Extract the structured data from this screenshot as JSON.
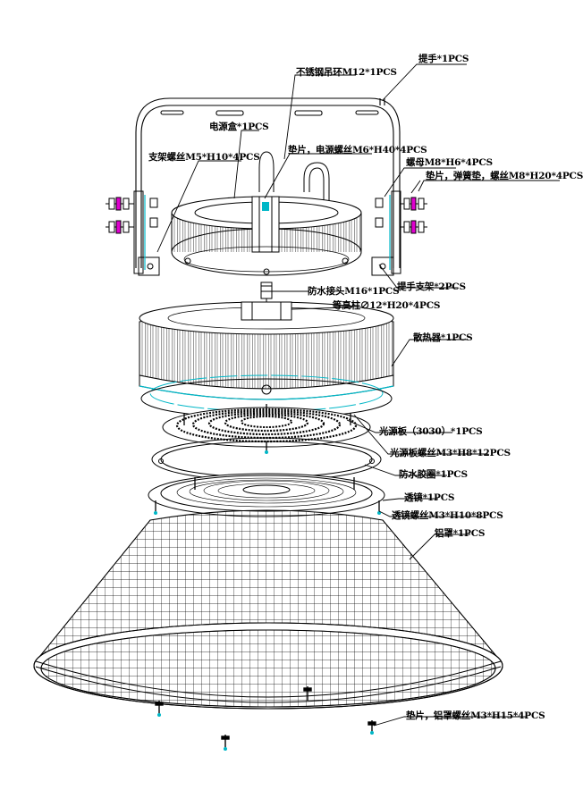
{
  "colors": {
    "line": "#000000",
    "accent_cyan": "#00b7c7",
    "accent_magenta": "#e000d0",
    "gray": "#777777"
  },
  "labels": {
    "handle": "提手*1PCS",
    "hook": "不锈钢吊环M12*1PCS",
    "power_box": "电源盒*1PCS",
    "bracket_screw": "支架螺丝M5*H10*4PCS",
    "gasket_power_screw": "垫片，电源螺丝M6*H40*4PCS",
    "nut": "螺母M8*H6*4PCS",
    "gasket_spring_screw": "垫片，弹簧垫，螺丝M8*H20*4PCS",
    "handle_bracket": "提手支架*2PCS",
    "waterproof_joint": "防水接头M16*1PCS",
    "standoff": "等高柱∅12*H20*4PCS",
    "heatsink": "散热器*1PCS",
    "light_board": "光源板（3030）*1PCS",
    "light_board_screw": "光源板螺丝M3*H8*12PCS",
    "waterproof_ring": "防水胶圈*1PCS",
    "lens": "透镜*1PCS",
    "lens_screw": "透镜螺丝M3*H10*8PCS",
    "reflector": "铝罩*1PCS",
    "reflector_screw": "垫片，铝罩螺丝M3*H15*4PCS"
  }
}
